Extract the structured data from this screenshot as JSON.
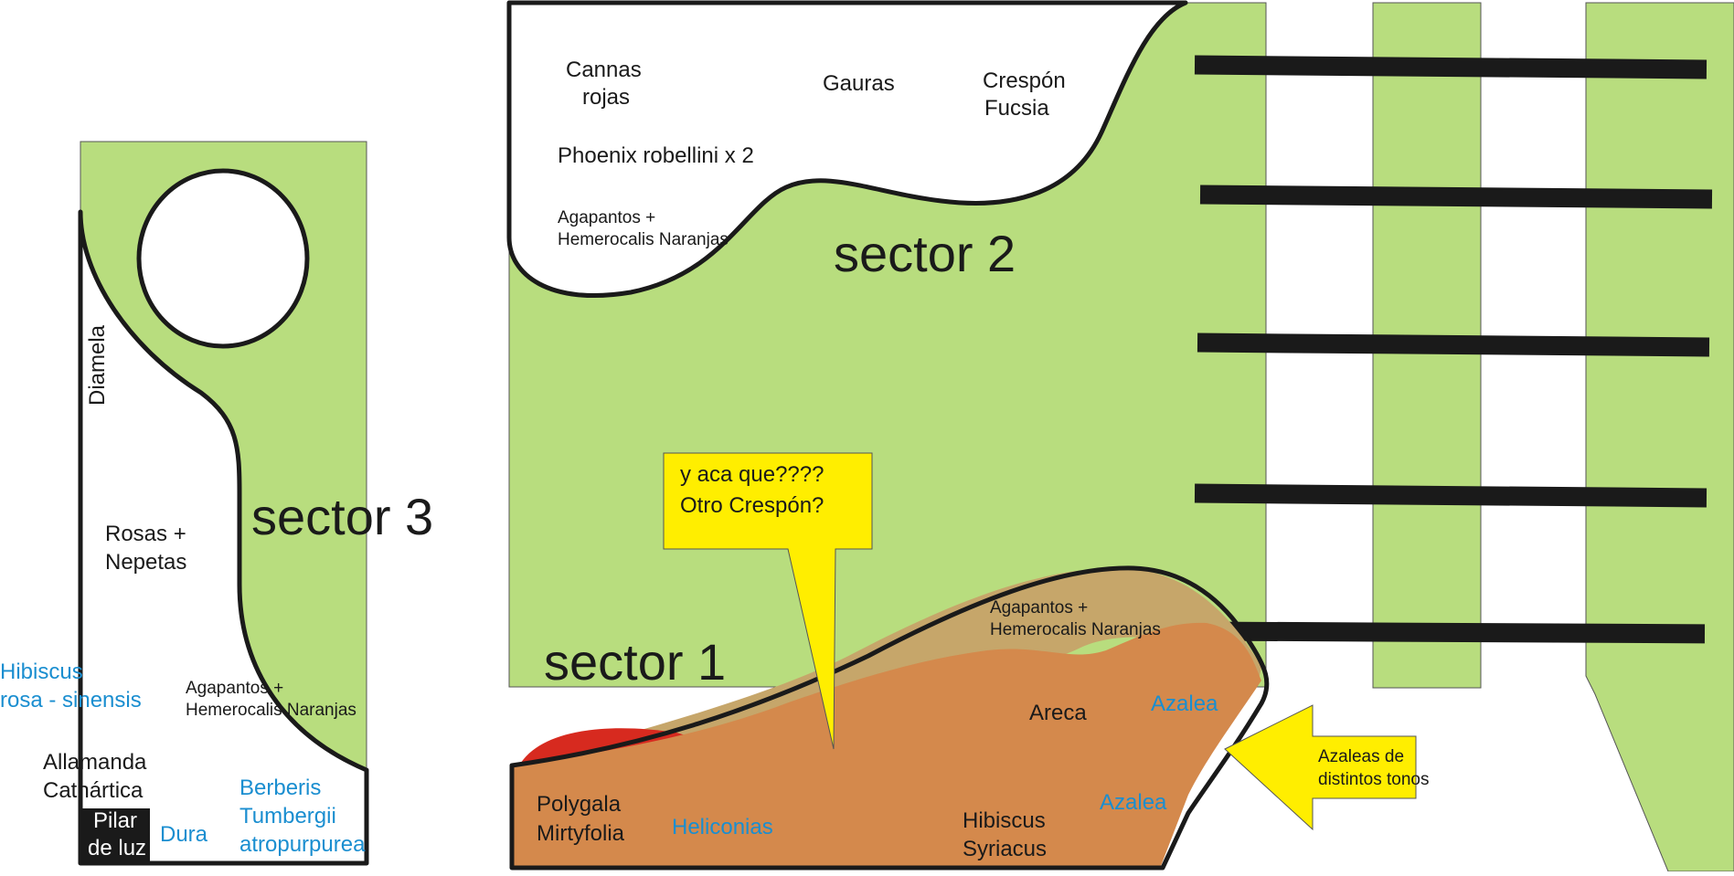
{
  "colors": {
    "lawn": "#b8dd7e",
    "bed_orange": "#d4894c",
    "bed_tan": "#c6a66a",
    "bed_red": "#d72a1f",
    "callout_yellow": "#ffee00",
    "outline": "#1a1a1a",
    "blue_text": "#1a8ed0",
    "post_black": "#1a1a1a"
  },
  "sectors": {
    "s1": "sector 1",
    "s2": "sector 2",
    "s3": "sector 3"
  },
  "sector2_bed": {
    "cannas_1": "Cannas",
    "cannas_2": "rojas",
    "gauras": "Gauras",
    "crespon_1": "Crespón",
    "crespon_2": "Fucsia",
    "phoenix": "Phoenix robellini x 2",
    "agap_1": "Agapantos +",
    "agap_2": "Hemerocalis Naranjas"
  },
  "sector1_bed": {
    "agap_1": "Agapantos +",
    "agap_2": "Hemerocalis Naranjas",
    "areca": "Areca",
    "azalea_top": "Azalea",
    "azalea_bottom": "Azalea",
    "polygala_1": "Polygala",
    "polygala_2": "Mirtyfolia",
    "heliconias": "Heliconias",
    "hibiscus_1": "Hibiscus",
    "hibiscus_2": "Syriacus"
  },
  "sector3_bed": {
    "diamela": "Diamela",
    "rosas_1": "Rosas +",
    "rosas_2": "Nepetas",
    "hibiscus_1": "Hibiscus",
    "hibiscus_2": "rosa - sinensis",
    "agap_1": "Agapantos +",
    "agap_2": "Hemerocalis Naranjas",
    "allamanda_1": "Allamanda",
    "allamanda_2": "Cathártica",
    "berberis_1": "Berberis",
    "berberis_2": "Tumbergii",
    "berberis_3": "atropurpurea",
    "dura": "Dura",
    "pilar_1": "Pilar",
    "pilar_2": "de luz"
  },
  "callouts": {
    "question_1": "y aca que????",
    "question_2": "Otro Crespón?",
    "azaleas_1": "Azaleas de",
    "azaleas_2": "distintos tonos"
  }
}
